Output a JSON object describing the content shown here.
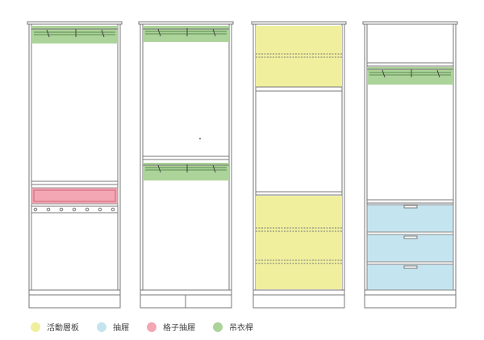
{
  "colors": {
    "shelf": "#f0ef9e",
    "drawer": "#c4e4ef",
    "grid_drawer": "#f3a7b4",
    "hanging_rod": "#acd39a",
    "line": "#666666"
  },
  "legend": [
    {
      "key": "shelf",
      "label": "活動層板"
    },
    {
      "key": "drawer",
      "label": "抽屜"
    },
    {
      "key": "grid_drawer",
      "label": "格子抽屜"
    },
    {
      "key": "hanging_rod",
      "label": "吊衣桿"
    }
  ]
}
